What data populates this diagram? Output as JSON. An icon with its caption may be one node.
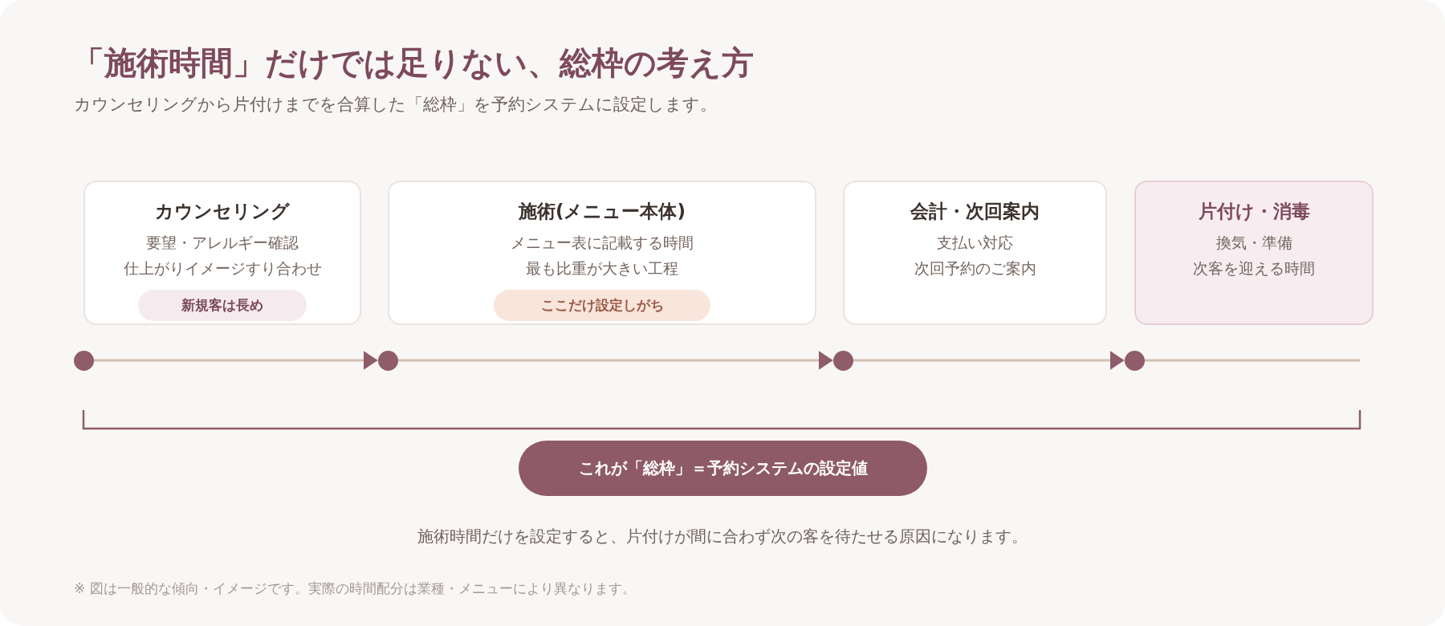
{
  "diagram": {
    "title": "「施術時間」だけでは足りない、総枠の考え方",
    "nodes": [
      {
        "text": [
          "カウンセリング",
          "要望・アレルギー確認",
          "仕上がりイメージすり合わせ"
        ]
      },
      {
        "text": [
          "新規客は長め"
        ],
        "in": 0
      },
      {
        "text": [
          "施術(メニュー本体)",
          "メニュー表に記載する時間",
          "最も比重が大きい工程"
        ]
      },
      {
        "text": [
          "ここだけ設定しがち"
        ],
        "in": 2
      },
      {
        "text": [
          "会計・次回案内",
          "支払い対応",
          "次回予約のご案内"
        ]
      },
      {
        "text": [
          "片付け・消毒",
          "換気・準備",
          "次客を迎える時間"
        ]
      },
      {
        "text": [],
        "shape": "circle"
      },
      {
        "text": [],
        "shape": "circle"
      },
      {
        "text": [],
        "shape": "circle"
      },
      {
        "text": [],
        "shape": "circle"
      },
      {
        "text": [
          "これが「総枠」＝予約システムの設定値"
        ]
      }
    ],
    "edges": [
      {
        "from": 6,
        "to": 7,
        "arrow": "to"
      },
      {
        "from": 7,
        "to": 8,
        "arrow": "to"
      },
      {
        "from": 8,
        "to": 9,
        "arrow": "to"
      },
      {
        "from": 9,
        "to": null,
        "arrow": "none"
      }
    ],
    "labels": [
      "カウンセリングから片付けまでを合算した「総枠」を予約システムに設定します。",
      "施術時間だけを設定すると、片付けが間に合わず次の客を待たせる原因になります。",
      "※ 図は一般的な傾向・イメージです。実際の時間配分は業種・メニューにより異なります。"
    ]
  }
}
